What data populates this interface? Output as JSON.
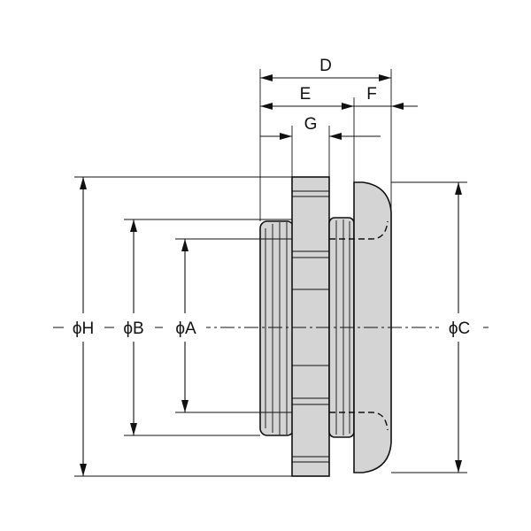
{
  "labels": {
    "D": "D",
    "E": "E",
    "F": "F",
    "G": "G",
    "phiH": "ϕH",
    "phiB": "ϕB",
    "phiA": "ϕA",
    "phiC": "ϕC"
  },
  "colors": {
    "part_fill": "#d4d4d4",
    "line": "#111111"
  }
}
